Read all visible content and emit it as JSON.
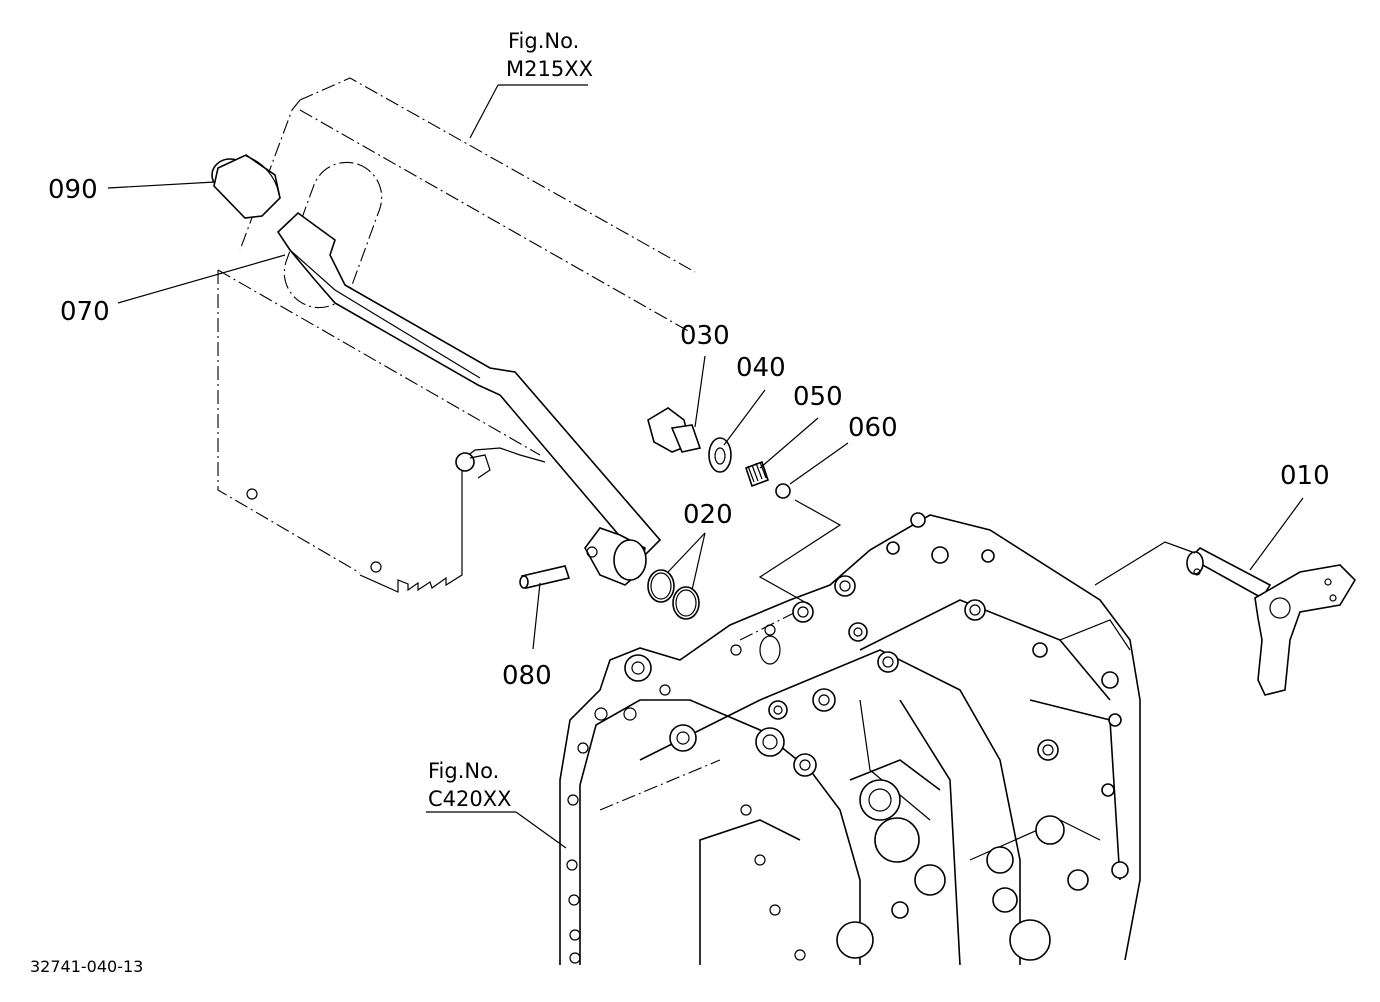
{
  "references": {
    "upper_fig": {
      "line1": "Fig.No.",
      "line2": "M215XX"
    },
    "lower_fig": {
      "line1": "Fig.No.",
      "line2": "C420XX"
    }
  },
  "parts": {
    "p010": "010",
    "p020": "020",
    "p030": "030",
    "p040": "040",
    "p050": "050",
    "p060": "060",
    "p070": "070",
    "p080": "080",
    "p090": "090"
  },
  "footer": {
    "drawing_number": "32741-040-13"
  }
}
